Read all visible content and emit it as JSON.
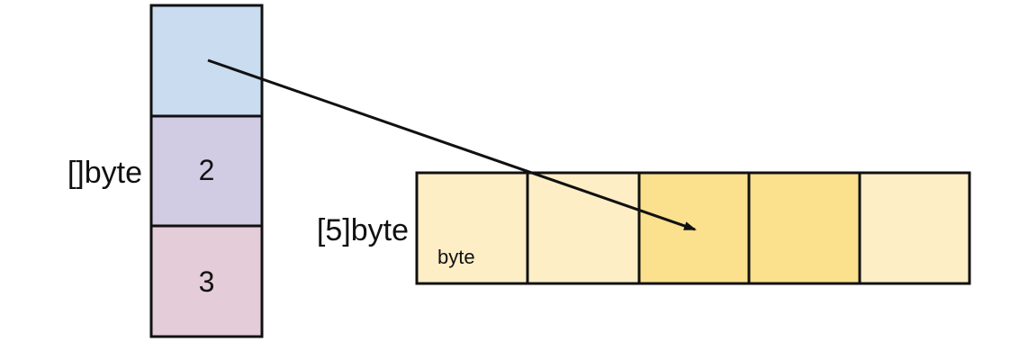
{
  "slice": {
    "label": "[]byte",
    "cells": [
      {
        "value": "",
        "color": "#c9dcf0",
        "role": "pointer"
      },
      {
        "value": "2",
        "color": "#d1cce4",
        "role": "length"
      },
      {
        "value": "3",
        "color": "#e4ccd8",
        "role": "capacity"
      }
    ]
  },
  "array": {
    "label": "[5]byte",
    "element_type_label": "byte",
    "cells": [
      {
        "color": "#fdeec6"
      },
      {
        "color": "#fdeec6"
      },
      {
        "color": "#fbe08e"
      },
      {
        "color": "#fbe08e"
      },
      {
        "color": "#fdeec6"
      }
    ]
  },
  "pointer": {
    "from_cell": "slice.cells.0",
    "to_cell": "array.cells.2"
  }
}
